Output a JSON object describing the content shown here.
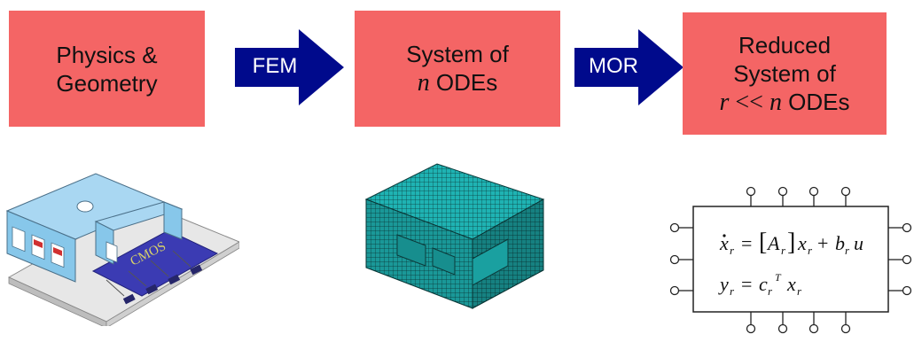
{
  "colors": {
    "box_fill": "#f46565",
    "arrow_fill": "#000a8c",
    "mesh_fill": "#1fb3b3"
  },
  "stages": [
    {
      "line1": "Physics &",
      "line2": "Geometry"
    },
    {
      "line1": "System of",
      "line2_var": "n",
      "line2_text": " ODEs"
    },
    {
      "line1": "Reduced",
      "line2": "System of",
      "line3_var_r": "r",
      "line3_op": " << ",
      "line3_var_n": "n",
      "line3_text": " ODEs"
    }
  ],
  "arrows": [
    {
      "label": "FEM",
      "icon": "arrow-right-icon"
    },
    {
      "label": "MOR",
      "icon": "arrow-right-icon"
    }
  ],
  "illustrations": {
    "device": {
      "icon": "mems-device-icon",
      "chip_label": "CMOS"
    },
    "mesh": {
      "icon": "fem-mesh-icon"
    },
    "block": {
      "icon": "reduced-system-block-icon"
    }
  }
}
